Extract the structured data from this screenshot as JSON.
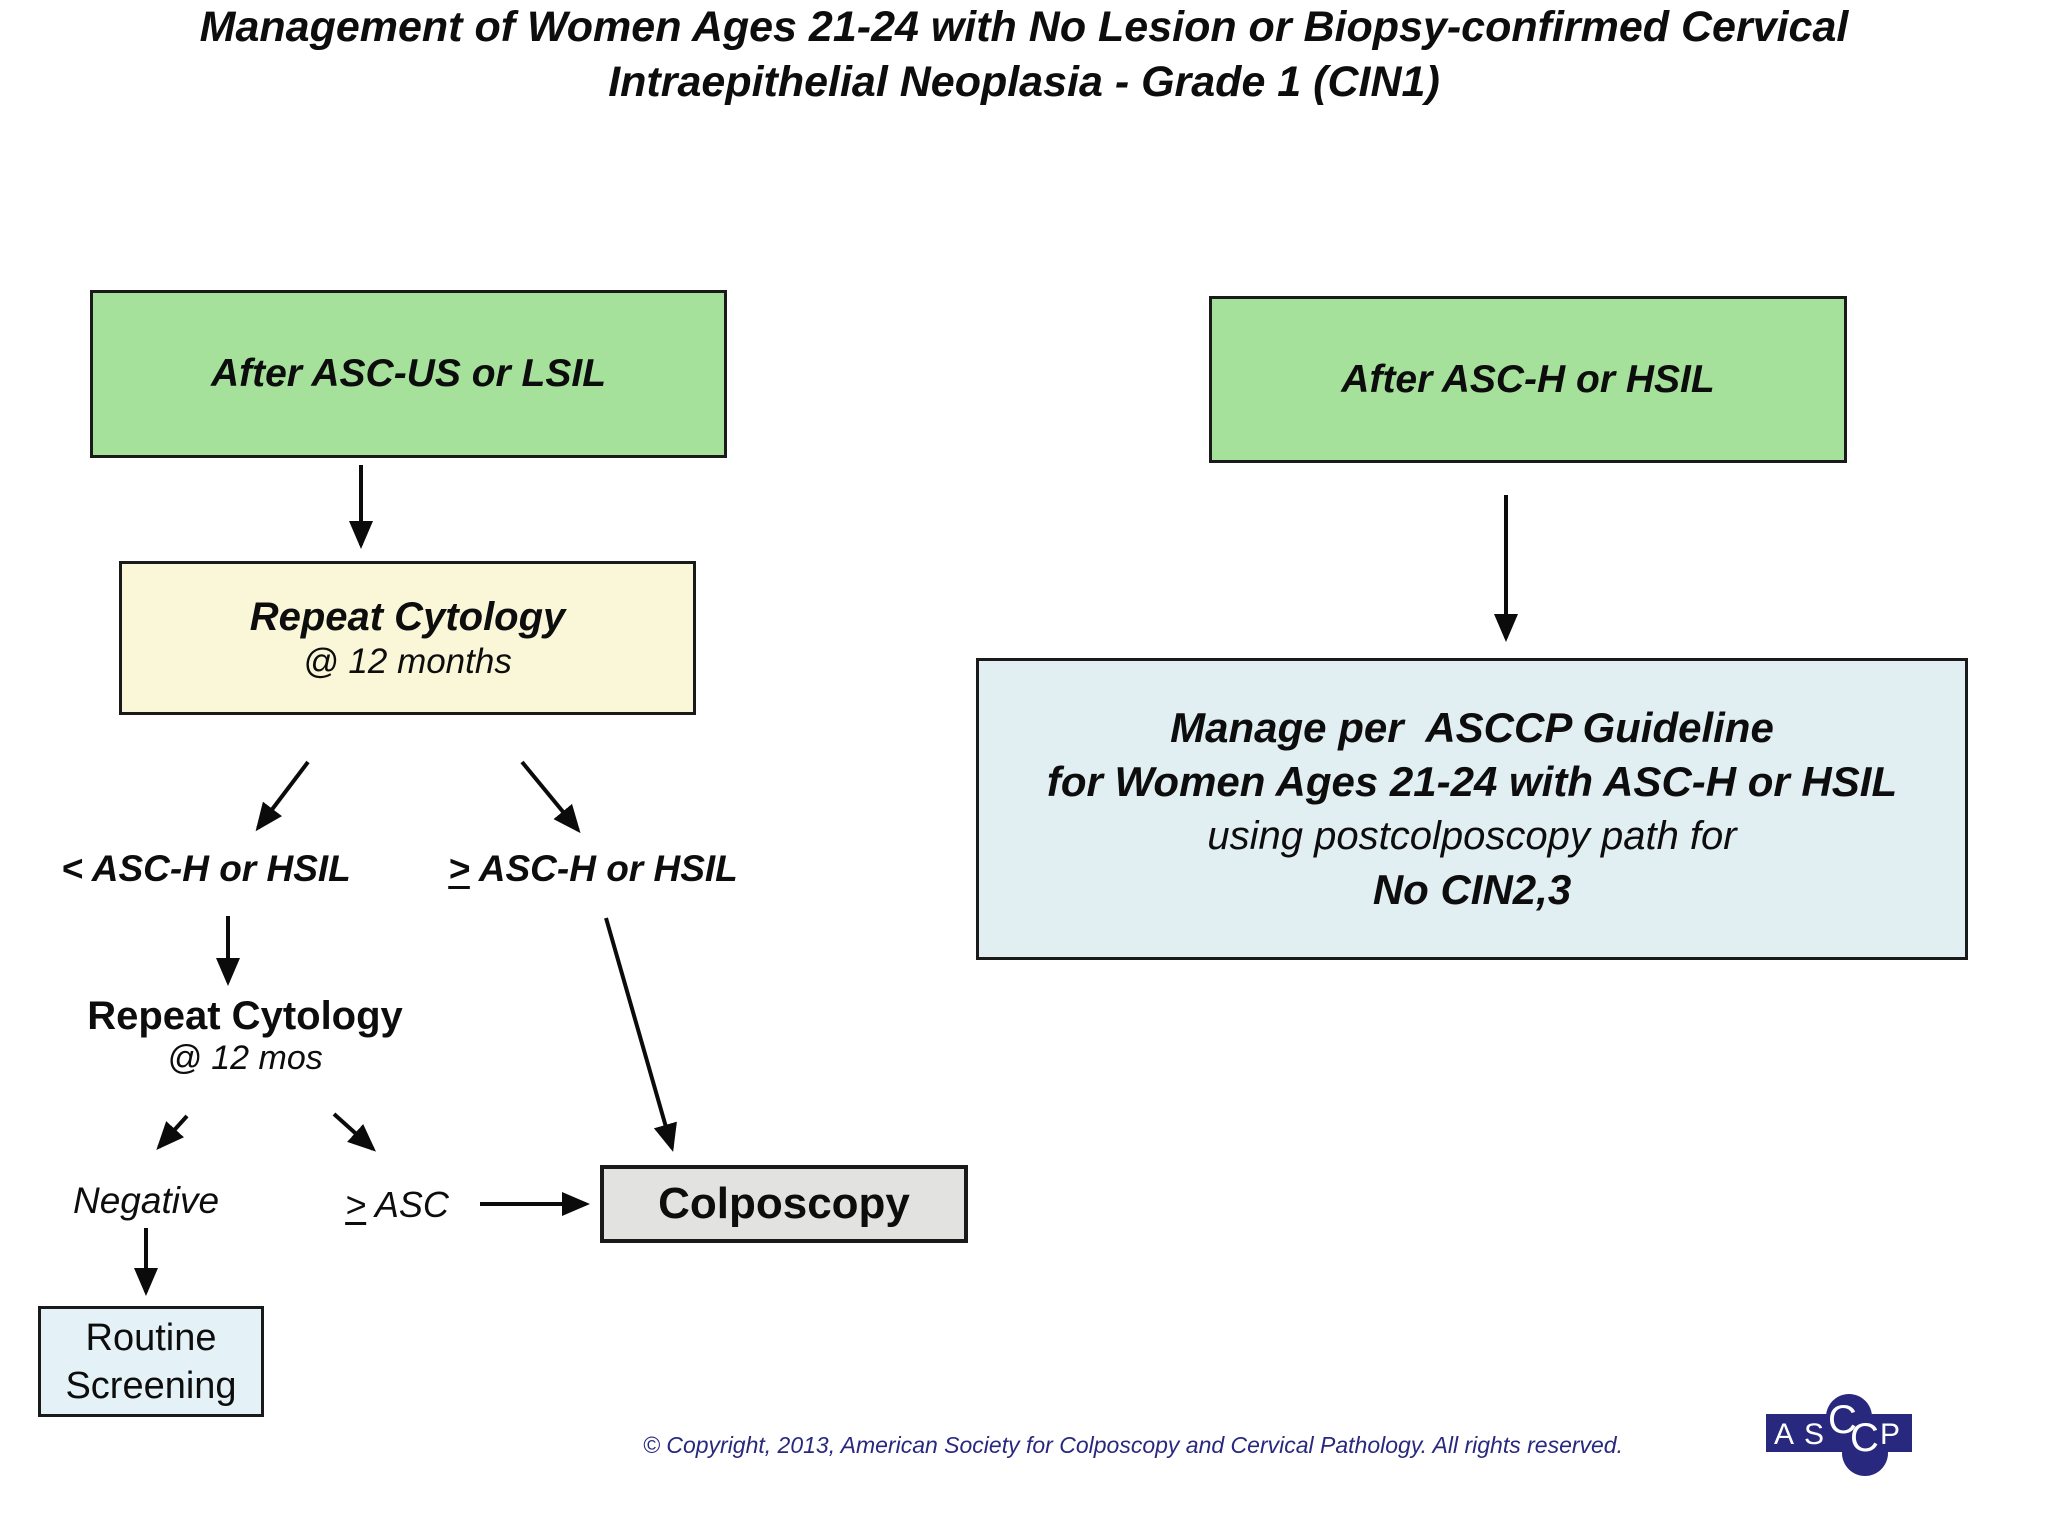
{
  "title": {
    "line1": "Management of Women Ages 21-24 with No Lesion or Biopsy-confirmed Cervical",
    "line2": "Intraepithelial Neoplasia - Grade 1 (CIN1)"
  },
  "nodes": {
    "after_ascus_lsil": {
      "label": "After ASC-US or LSIL"
    },
    "after_asch_hsil": {
      "label": "After ASC-H or HSIL"
    },
    "repeat_cytology_1": {
      "line1": "Repeat Cytology",
      "line2": "@ 12 months"
    },
    "manage_asccp": {
      "line1": "Manage per  ASCCP Guideline",
      "line2": "for Women Ages 21-24 with ASC-H or HSIL",
      "line3": "using postcolposcopy path for",
      "line4": "No CIN2,3"
    },
    "branch_less_than": {
      "symbol": "<",
      "rest": " ASC-H or HSIL"
    },
    "branch_greater_equal": {
      "symbol": ">",
      "rest": " ASC-H or HSIL"
    },
    "repeat_cytology_2": {
      "line1": "Repeat Cytology",
      "line2": "@ 12 mos"
    },
    "negative": {
      "label": "Negative"
    },
    "greater_equal_asc": {
      "symbol": ">",
      "rest": " ASC"
    },
    "colposcopy": {
      "label": "Colposcopy"
    },
    "routine_screening": {
      "line1": "Routine",
      "line2": "Screening"
    }
  },
  "footer": {
    "copyright": "© Copyright, 2013, American Society for Colposcopy and Cervical Pathology. All rights reserved.",
    "logo_letters": [
      "A",
      "S",
      "C",
      "C",
      "P"
    ]
  },
  "colors": {
    "box_green": "#A5E19B",
    "box_yellow": "#FAF7D9",
    "box_blue": "#E1EEF2",
    "box_light_blue": "#E4F1F6",
    "box_gray": "#E2E2E1",
    "border": "#1A1A1A",
    "arrow": "#0B0B0B",
    "navy": "#28287E"
  }
}
